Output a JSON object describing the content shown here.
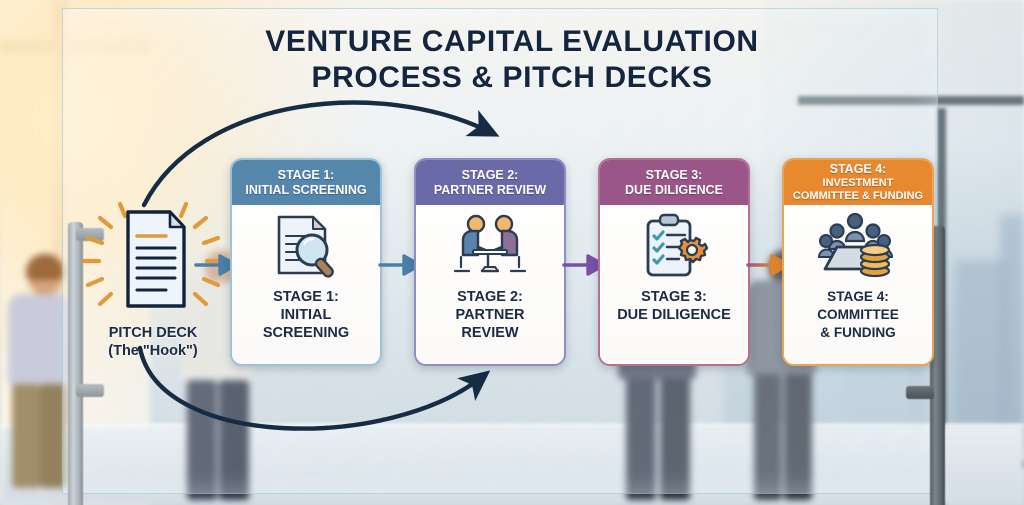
{
  "title": {
    "line1": "VENTURE CAPITAL  EVALUATION",
    "line2": "PROCESS & PITCH DECKS"
  },
  "pitch_deck": {
    "icon": "document-sparkle-icon",
    "label_line1": "PITCH DECK",
    "label_line2": "(The \"Hook\")"
  },
  "stages": [
    {
      "header_lines": [
        "STAGE 1:",
        "INITIAL SCREENING"
      ],
      "body_lines": [
        "STAGE 1:",
        "INITIAL",
        "SCREENING"
      ],
      "icon": "document-magnifier-icon",
      "header_color": "#5586ac",
      "border_color": "#9cc2d8",
      "arrow_color": "#4a7fa8"
    },
    {
      "header_lines": [
        "STAGE 2:",
        "PARTNER REVIEW"
      ],
      "body_lines": [
        "STAGE 2:",
        "PARTNER",
        "REVIEW"
      ],
      "icon": "handshake-meeting-icon",
      "header_color": "#6a6aa8",
      "border_color": "#8e8ec4",
      "arrow_color": "#7a4fa6"
    },
    {
      "header_lines": [
        "STAGE 3:",
        "DUE DILIGENCE"
      ],
      "body_lines": [
        "STAGE 3:",
        "DUE DILIGENCE"
      ],
      "icon": "clipboard-checklist-gear-icon",
      "header_color": "#9a5689",
      "border_color": "#b4718f",
      "arrow_color": "#e2802c"
    },
    {
      "header_lines": [
        "STAGE 4:",
        "INVESTMENT",
        "COMMITTEE & FUNDING"
      ],
      "body_lines": [
        "STAGE 4:",
        "COMMITTEE",
        "& FUNDING"
      ],
      "icon": "committee-table-coins-icon",
      "header_color": "#e8882f",
      "border_color": "#e8a558",
      "arrow_color": "#e8882f"
    }
  ],
  "loop_arrows": {
    "top": "curved-arrow-pitchdeck-to-stage2-top",
    "bottom": "curved-arrow-pitchdeck-to-stage2-bottom",
    "color": "#152c44"
  },
  "colors": {
    "title_text": "#14253f",
    "card_text": "#1c2b45",
    "card_bg": "#fdfcfa"
  }
}
